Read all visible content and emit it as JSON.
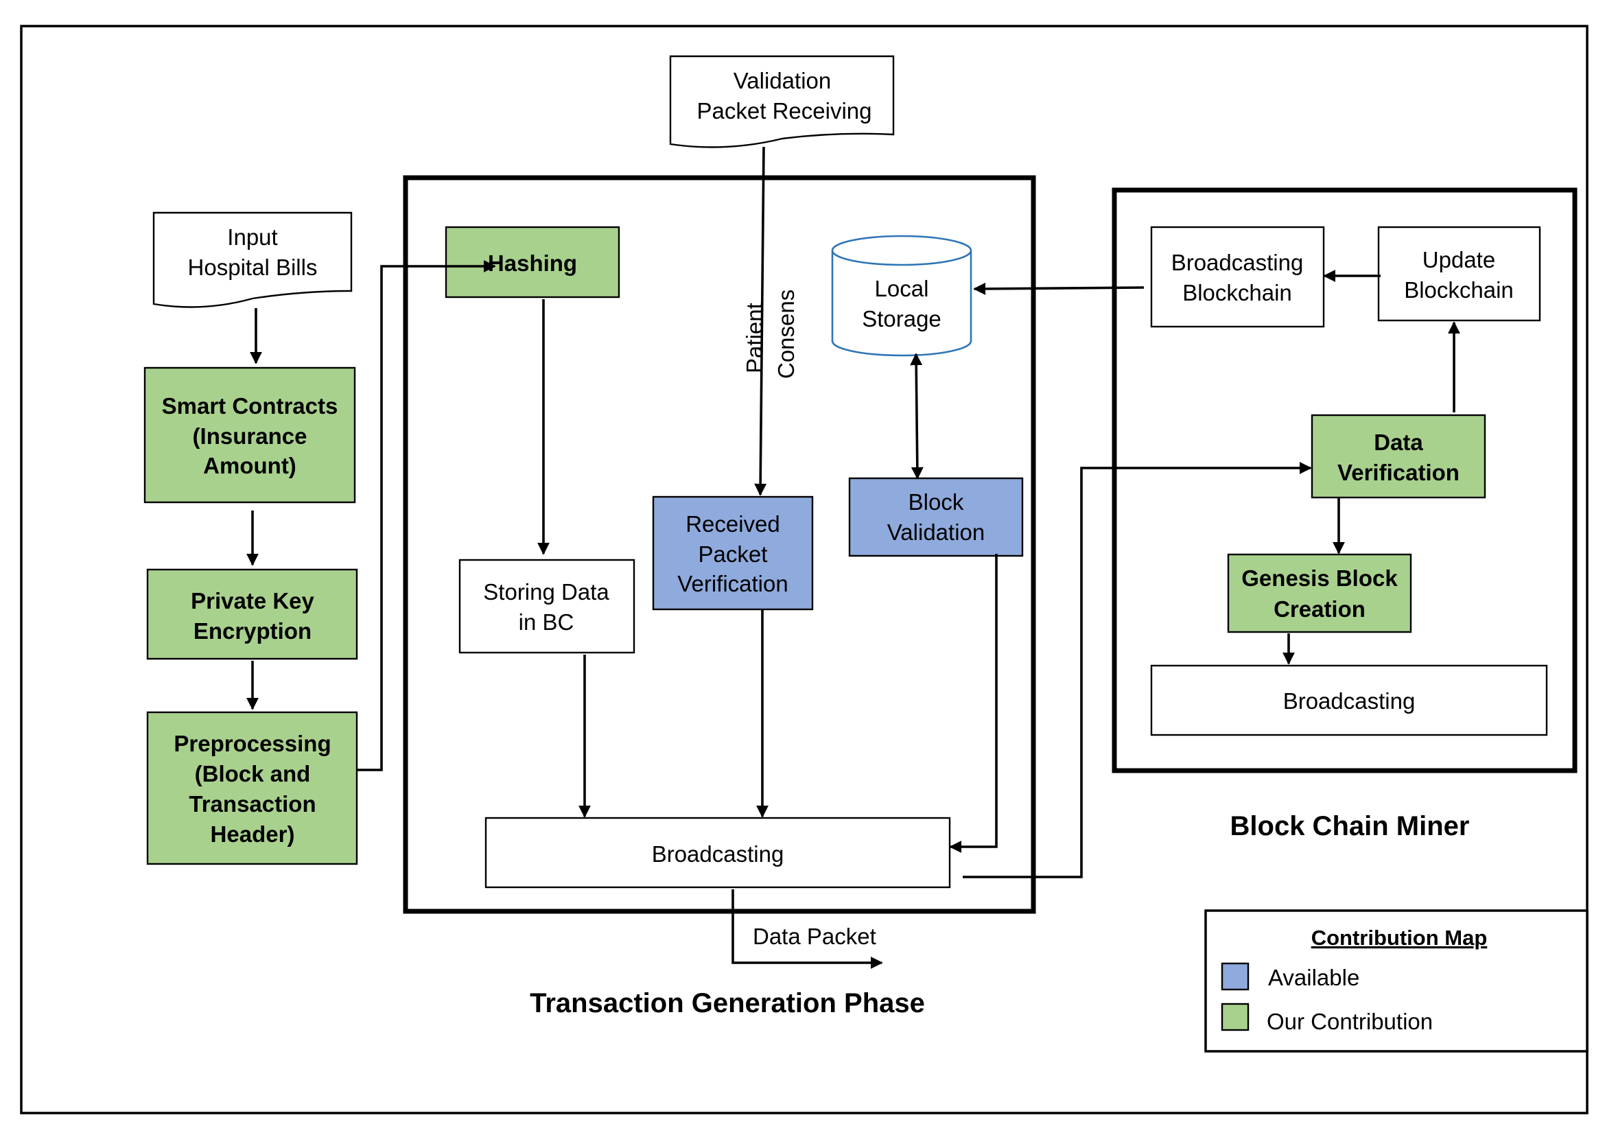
{
  "colors": {
    "our_contribution": "#a9d18e",
    "available": "#8faadc",
    "storage_outline": "#2e75b6",
    "line": "#000000"
  },
  "input_doc": [
    "Input",
    "Hospital Bills"
  ],
  "validation_doc": [
    "Validation",
    "Packet Receiving"
  ],
  "left_chain": {
    "smart_contracts": [
      "Smart Contracts",
      "(Insurance",
      "Amount)"
    ],
    "private_key": [
      "Private Key",
      "Encryption"
    ],
    "preprocessing": [
      "Preprocessing",
      "(Block and",
      "Transaction",
      "Header)"
    ]
  },
  "transaction_phase": {
    "title": "Transaction Generation Phase",
    "hashing": "Hashing",
    "storing": [
      "Storing Data",
      "in BC"
    ],
    "patient_consens": [
      "Patient",
      "Consens"
    ],
    "received": [
      "Received",
      "Packet",
      "Verification"
    ],
    "local_storage": [
      "Local",
      "Storage"
    ],
    "block_validation": [
      "Block",
      "Validation"
    ],
    "broadcasting": "Broadcasting",
    "data_packet": "Data Packet"
  },
  "miner": {
    "title": "Block Chain Miner",
    "broadcasting_blockchain": [
      "Broadcasting",
      "Blockchain"
    ],
    "update_blockchain": [
      "Update",
      "Blockchain"
    ],
    "data_verification": [
      "Data",
      "Verification"
    ],
    "genesis": [
      "Genesis Block",
      "Creation"
    ],
    "broadcasting": "Broadcasting"
  },
  "legend": {
    "title": "Contribution Map",
    "items": [
      {
        "label": "Available",
        "color": "#8faadc"
      },
      {
        "label": "Our Contribution",
        "color": "#a9d18e"
      }
    ]
  }
}
